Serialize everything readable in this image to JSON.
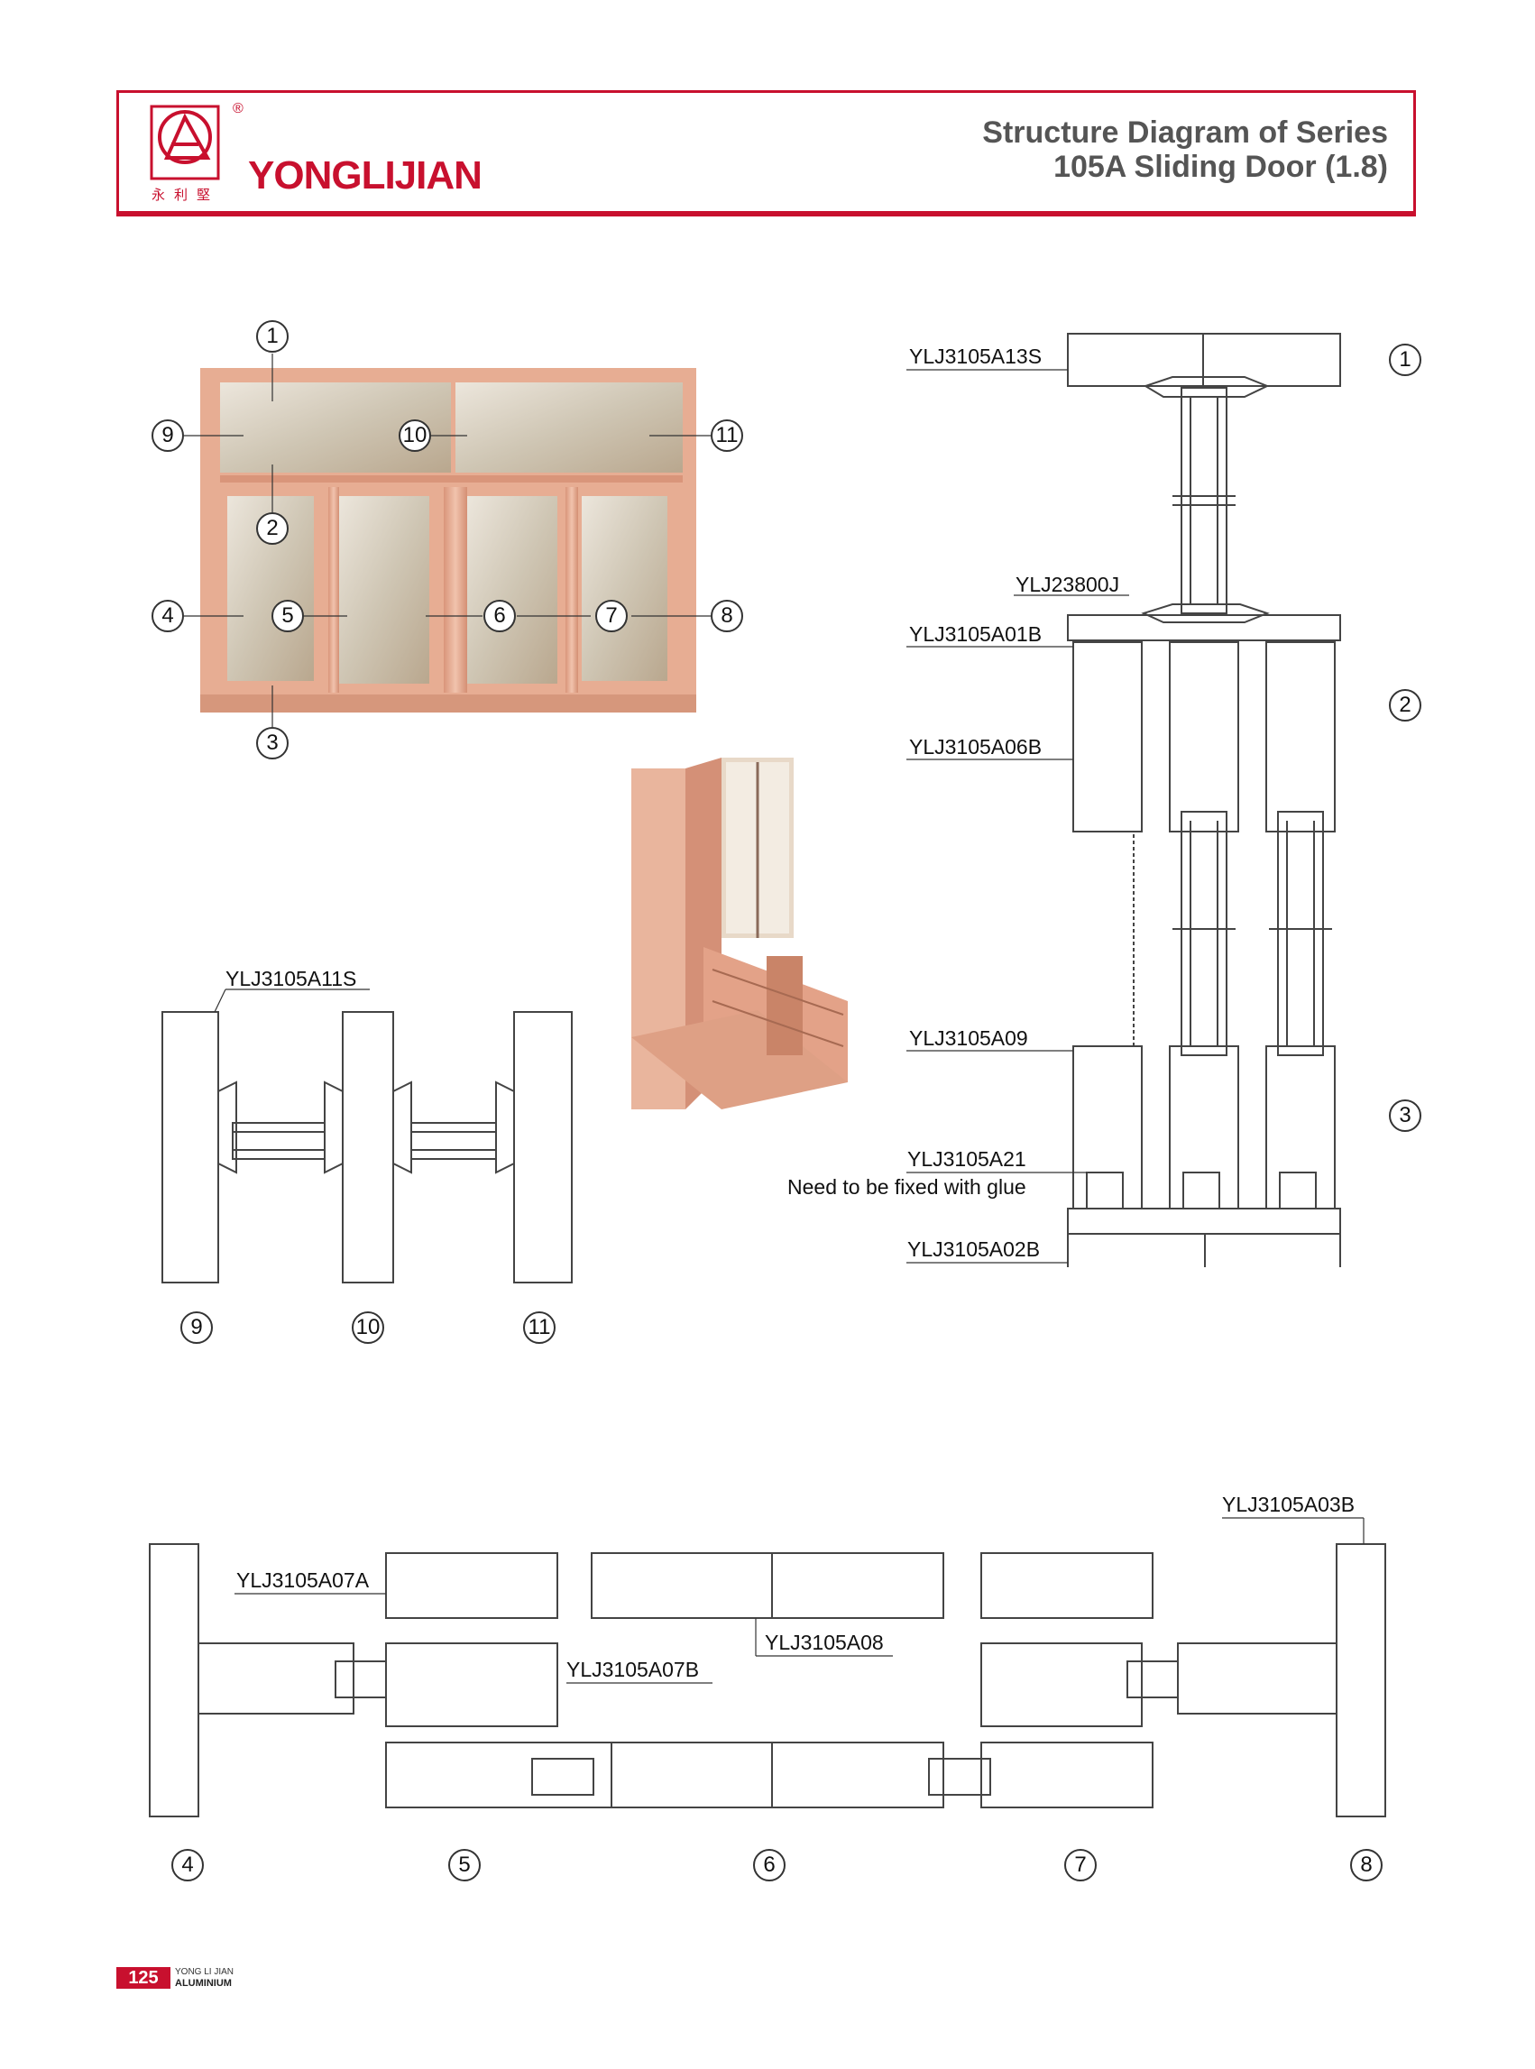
{
  "header": {
    "brand_name": "YONGLIJIAN",
    "brand_cn": "永利堅",
    "registered": "®",
    "title_line1": "Structure Diagram of Series",
    "title_line2": "105A Sliding Door (1.8)"
  },
  "elevation": {
    "markers": [
      "1",
      "2",
      "3",
      "4",
      "5",
      "6",
      "7",
      "8",
      "9",
      "10",
      "11"
    ]
  },
  "vertical_section": {
    "labels": {
      "a13s": "YLJ3105A13S",
      "j23800": "YLJ23800J",
      "a01b": "YLJ3105A01B",
      "a06b": "YLJ3105A06B",
      "a09": "YLJ3105A09",
      "a21": "YLJ3105A21",
      "a21_note": "Need to be fixed with glue",
      "a02b": "YLJ3105A02B"
    },
    "markers": [
      "1",
      "2",
      "3"
    ]
  },
  "transom_section": {
    "label": "YLJ3105A11S",
    "markers": [
      "9",
      "10",
      "11"
    ]
  },
  "horizontal_section": {
    "labels": {
      "a03b": "YLJ3105A03B",
      "a07a": "YLJ3105A07A",
      "a08": "YLJ3105A08",
      "a07b": "YLJ3105A07B"
    },
    "markers": [
      "4",
      "5",
      "6",
      "7",
      "8"
    ]
  },
  "footer": {
    "page_number": "125",
    "brand_line1": "YONG LI JIAN",
    "brand_line2": "ALUMINIUM"
  },
  "colors": {
    "brand_red": "#c8102e",
    "frame_copper": "#e7ad93",
    "line": "#444444"
  },
  "icons": [
    "yonglijian-logo-icon"
  ]
}
